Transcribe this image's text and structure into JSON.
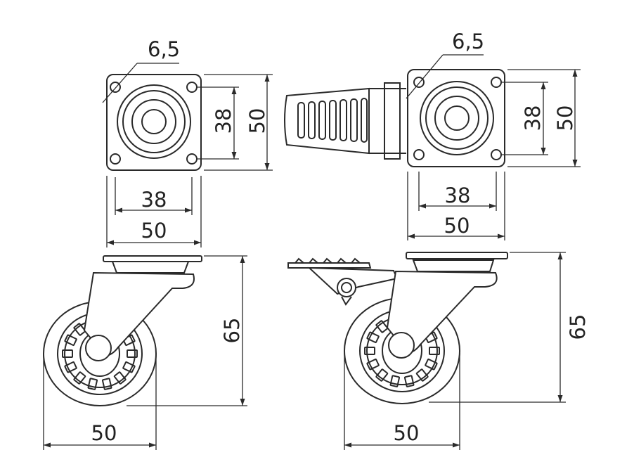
{
  "colors": {
    "line": "#2a2a2a",
    "background": "#ffffff"
  },
  "views": {
    "plate_left": {
      "hole_diameter": "6,5",
      "hole_spacing_vertical": "38",
      "plate_height": "50",
      "hole_spacing_horizontal": "38",
      "plate_width": "50"
    },
    "plate_right": {
      "hole_diameter": "6,5",
      "hole_spacing_vertical": "38",
      "plate_height": "50",
      "hole_spacing_horizontal": "38",
      "plate_width": "50"
    },
    "side_left": {
      "total_height": "65",
      "wheel_diameter": "50"
    },
    "side_right": {
      "total_height": "65",
      "wheel_diameter": "50"
    }
  }
}
